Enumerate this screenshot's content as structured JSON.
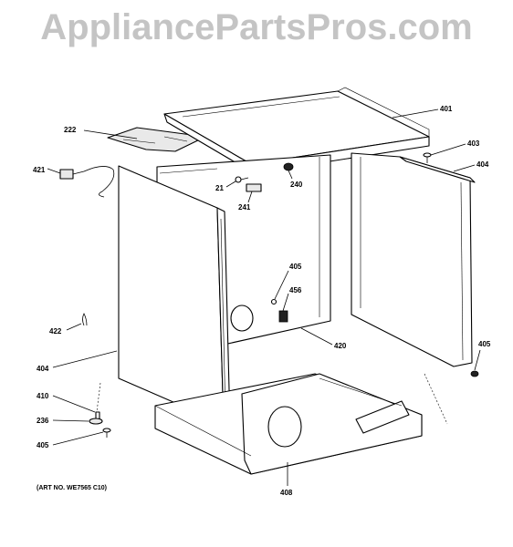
{
  "watermark": "AppliancePartsPros.com",
  "art_number": "(ART NO. WE7565 C10)",
  "callouts": {
    "c401": "401",
    "c222": "222",
    "c403": "403",
    "c421": "421",
    "c404_right": "404",
    "c21": "21",
    "c240": "240",
    "c241": "241",
    "c405_mid": "405",
    "c456": "456",
    "c422": "422",
    "c420": "420",
    "c405_right": "405",
    "c404_left": "404",
    "c410": "410",
    "c236": "236",
    "c405_left": "405",
    "c408": "408"
  }
}
